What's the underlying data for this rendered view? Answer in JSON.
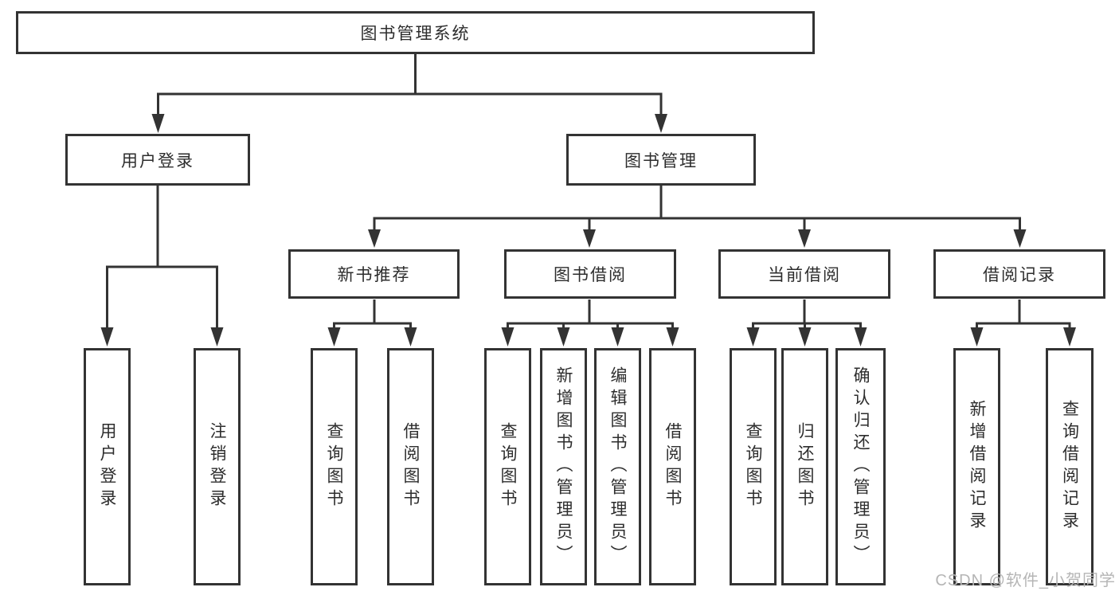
{
  "colors": {
    "background": "#ffffff",
    "line": "#333333",
    "box_border": "#333333",
    "text": "#2d2d2d",
    "watermark": "#b5b5b5"
  },
  "watermark": "CSDN @软件_小贺同学",
  "nodes": {
    "root": {
      "label": "图书管理系统"
    },
    "login": {
      "label": "用户登录",
      "children": [
        {
          "label": "用户登录"
        },
        {
          "label": "注销登录"
        }
      ]
    },
    "mgmt": {
      "label": "图书管理",
      "children": [
        {
          "label": "新书推荐",
          "children": [
            {
              "label": "查询图书"
            },
            {
              "label": "借阅图书"
            }
          ]
        },
        {
          "label": "图书借阅",
          "children": [
            {
              "label": "查询图书"
            },
            {
              "label": "新增图书（管理员）"
            },
            {
              "label": "编辑图书（管理员）"
            },
            {
              "label": "借阅图书"
            }
          ]
        },
        {
          "label": "当前借阅",
          "children": [
            {
              "label": "查询图书"
            },
            {
              "label": "归还图书"
            },
            {
              "label": "确认归还（管理员）"
            }
          ]
        },
        {
          "label": "借阅记录",
          "children": [
            {
              "label": "新增借阅记录"
            },
            {
              "label": "查询借阅记录"
            }
          ]
        }
      ]
    }
  }
}
